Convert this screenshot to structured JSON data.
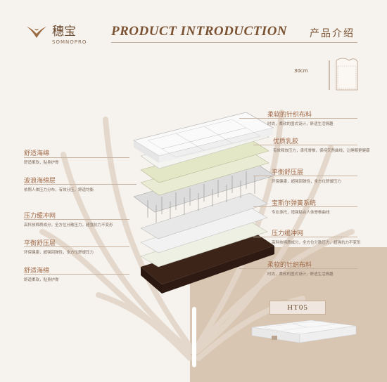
{
  "brand": {
    "name_cn": "穗宝",
    "name_en": "SOMNOPRO"
  },
  "header": {
    "title": "PRODUCT INTRODUCTION",
    "title_cn": "产品介绍"
  },
  "thickness": {
    "label": "30cm"
  },
  "left_labels": [
    {
      "title": "舒适海绵",
      "desc": "舒适柔软，贴身护脊"
    },
    {
      "title": "波浪海绵层",
      "desc": "依照人体压力分布，有效分压，舒适均衡"
    },
    {
      "title": "压力缓冲网",
      "desc": "高科技棉质成分，全方位分散压力，超强抗力不变形"
    },
    {
      "title": "平衡舒压层",
      "desc": "环保健康，超强回弹性，全方位舒缓压力"
    },
    {
      "title": "舒适海绵",
      "desc": "舒适柔软，贴身护脊"
    }
  ],
  "right_labels": [
    {
      "title": "柔软的针织布料",
      "desc": "时尚，柔软的图式设计，舒适生活情趣"
    },
    {
      "title": "优质乳胶",
      "desc": "有效释放压力，承托脊椎，保持天然曲线，让睡眠更健康"
    },
    {
      "title": "平衡舒压层",
      "desc": "环保健康，超强回弹性，全方位舒缓压力"
    },
    {
      "title": "宝斯尔弹簧系统",
      "desc": "专业承托，增强贴合人体脊椎曲线"
    },
    {
      "title": "压力缓冲网",
      "desc": "高科技棉质成分，全方位分散压力，超强抗力不变形"
    },
    {
      "title": "柔软的针织布料",
      "desc": "时尚，柔软的图式设计，舒适生活情趣"
    }
  ],
  "product": {
    "model": "HT05"
  },
  "colors": {
    "brand": "#7a5232",
    "background": "#f6f2ed",
    "accent_box": "#d9c6b2",
    "mattress_base": "#3c2418"
  }
}
